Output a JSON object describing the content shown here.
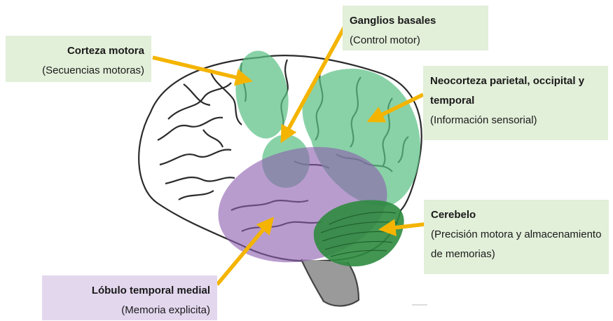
{
  "labels": {
    "corteza": {
      "title": "Corteza motora",
      "subtitle": "(Secuencias motoras)"
    },
    "ganglios": {
      "title": "Ganglios basales",
      "subtitle": "(Control motor)"
    },
    "neocorteza": {
      "title": "Neocorteza parietal, occipital y temporal",
      "subtitle": "(Información sensorial)"
    },
    "cerebelo": {
      "title": "Cerebelo",
      "subtitle": "(Precisión motora y almacenamiento de memorias)"
    },
    "lobulo": {
      "title": "Lóbulo temporal medial",
      "subtitle": "(Memoria explicita)"
    }
  },
  "colors": {
    "label_green_bg": "#e2efd9",
    "label_purple_bg": "#e3d7ee",
    "region_green": "#5cc185",
    "region_purple": "#8e5fb0",
    "region_cerebellum": "#2e8b3f",
    "arrow": "#f4b400",
    "brain_outline": "#2b2b2b"
  }
}
